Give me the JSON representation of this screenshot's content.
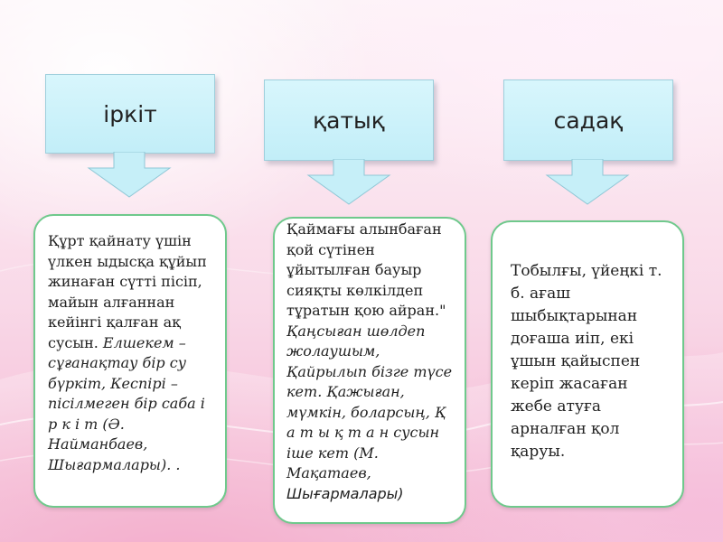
{
  "headers": {
    "col1": "іркіт",
    "col2": "қатық",
    "col3": "садақ"
  },
  "card1": {
    "plain": "Құрт қайнату үшін үлкен ыдысқа құйып жинаған сүтті пісіп, майын алғаннан кейінгі қалған ақ сусын. ",
    "italic": "Елшекем – сұғанақтау бір су бүркіт, Кеспірі – пісілмеген бір саба і р к і т (Ә. Найманбаев, Шығармалары). ."
  },
  "card2": {
    "plain": "Қаймағы алынбаған қой сүтінен ұйытылған бауыр сияқты көлкілдеп тұратын қою айран.\" ",
    "italic": "Қаңсыған шөлдеп жолаушым, Қайрылып бізге түсе кет. Қажыған, мүмкін, боларсың, Қ а т ы қ т а н сусын іше кет (М. Мақатаев,",
    "italic_end": "Шығармалары)"
  },
  "card3": {
    "plain": "Тобылғы, үйеңкі т. б. ағаш шыбықтарынан доғаша иіп, екі ұшын қайыспен керіп жасаған жебе атуға арналған қол қаруы."
  },
  "colors": {
    "header_fill": "#c8f0f8",
    "card_border": "#6fc98c",
    "background_pink": "#f4b6d2"
  }
}
